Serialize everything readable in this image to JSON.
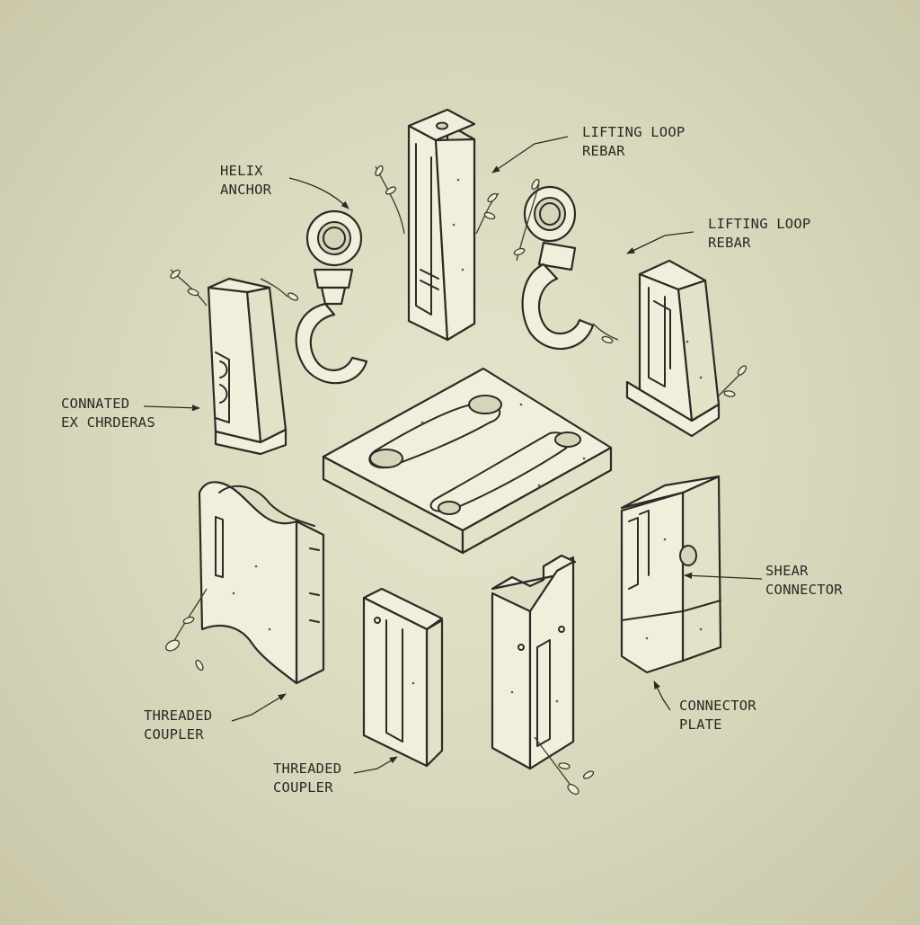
{
  "labels": {
    "helix_anchor": [
      "HELIX",
      "ANCHOR"
    ],
    "lifting_loop_top": [
      "LIFTING LOOP",
      "REBAR"
    ],
    "lifting_loop_right": [
      "LIFTING LOOP",
      "REBAR"
    ],
    "connated_ex": [
      "CONNATED",
      "EX CHRDERAS"
    ],
    "shear_connector": [
      "SHEAR",
      "CONNECTOR"
    ],
    "connector_plate": [
      "CONNECTOR",
      "PLATE"
    ],
    "threaded_coupler_left": [
      "THREADED",
      "COUPLER"
    ],
    "threaded_coupler_bottom": [
      "THREADED",
      "COUPLER"
    ]
  },
  "colors": {
    "background": "#dedcc1",
    "part_fill": "#f1efdc",
    "ink": "#2b2b26"
  }
}
